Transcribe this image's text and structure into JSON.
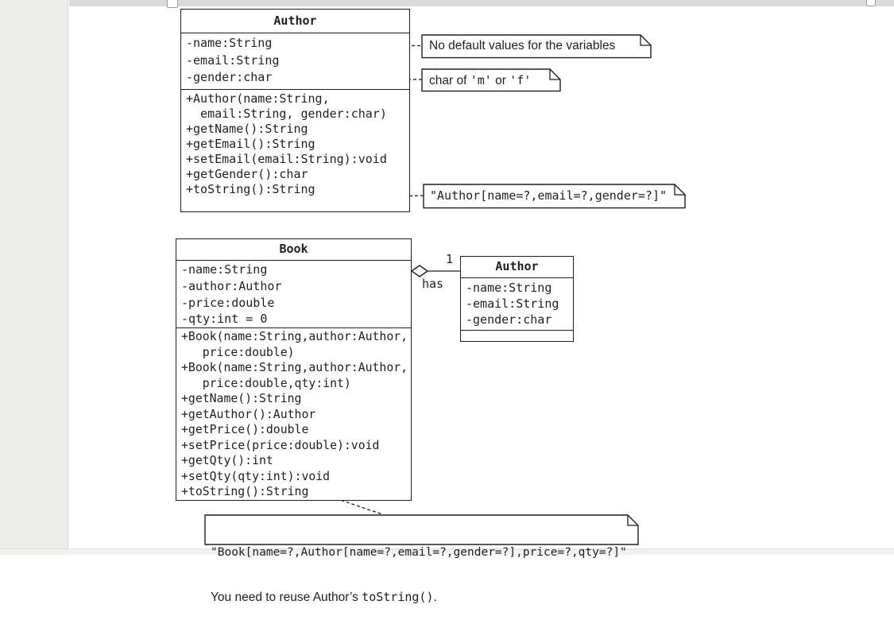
{
  "colors": {
    "stroke": "#1f1f1f",
    "page-bg": "#ffffff",
    "margin-gray": "#ececea",
    "top-strip": "#dbdbd9",
    "bottom-strip": "#f1f1ef",
    "handle-border": "#9b9b9b"
  },
  "diagram": {
    "author_class": {
      "name": "Author",
      "attributes": [
        "-name:String",
        "-email:String",
        "-gender:char"
      ],
      "methods": [
        "+Author(name:String,",
        "  email:String, gender:char)",
        "+getName():String",
        "+getEmail():String",
        "+setEmail(email:String):void",
        "+getGender():char",
        "+toString():String"
      ]
    },
    "book_class": {
      "name": "Book",
      "attributes": [
        "-name:String",
        "-author:Author",
        "-price:double",
        "-qty:int = 0"
      ],
      "methods": [
        "+Book(name:String,author:Author,",
        "   price:double)",
        "+Book(name:String,author:Author,",
        "   price:double,qty:int)",
        "+getName():String",
        "+getAuthor():Author",
        "+getPrice():double",
        "+setPrice(price:double):void",
        "+getQty():int",
        "+setQty(qty:int):void",
        "+toString():String"
      ]
    },
    "author_ref_class": {
      "name": "Author",
      "attributes": [
        "-name:String",
        "-email:String",
        "-gender:char"
      ]
    },
    "relationship": {
      "multiplicity": "1",
      "label": "has"
    },
    "notes": {
      "no_default": "No default values for the variables",
      "gender_segments": [
        {
          "t": "char of ",
          "f": "sans"
        },
        {
          "t": "'m'",
          "f": "mono"
        },
        {
          "t": " or ",
          "f": "sans"
        },
        {
          "t": "'f'",
          "f": "mono"
        }
      ],
      "author_tostring": "\"Author[name=?,email=?,gender=?]\"",
      "book_tostring_line1": "\"Book[name=?,Author[name=?,email=?,gender=?],price=?,qty=?]\"",
      "book_tostring_line2_segments": [
        {
          "t": "You need to reuse Author’s ",
          "f": "sans"
        },
        {
          "t": "toString()",
          "f": "mono"
        },
        {
          "t": ".",
          "f": "sans"
        }
      ]
    }
  }
}
